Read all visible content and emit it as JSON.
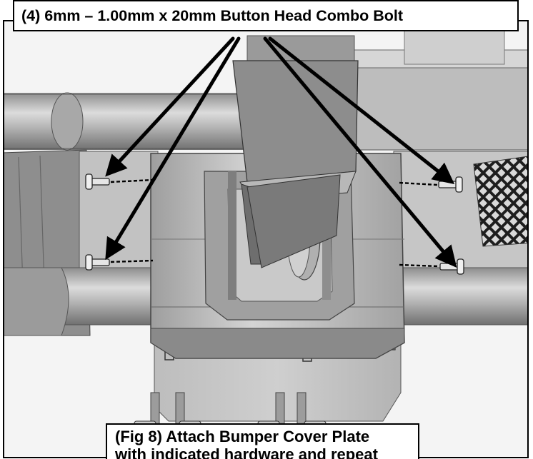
{
  "hardware_callout": {
    "text": "(4) 6mm – 1.00mm x 20mm Button Head Combo Bolt"
  },
  "figure_caption": {
    "line1": "(Fig 8) Attach Bumper Cover Plate",
    "line2": "with indicated hardware and repeat"
  },
  "colors": {
    "outline": "#000000",
    "callout_fill": "#ffffff",
    "metal_light": "#cfcfcf",
    "metal_mid": "#a9a9a9",
    "metal_dark": "#6e6e6e"
  }
}
